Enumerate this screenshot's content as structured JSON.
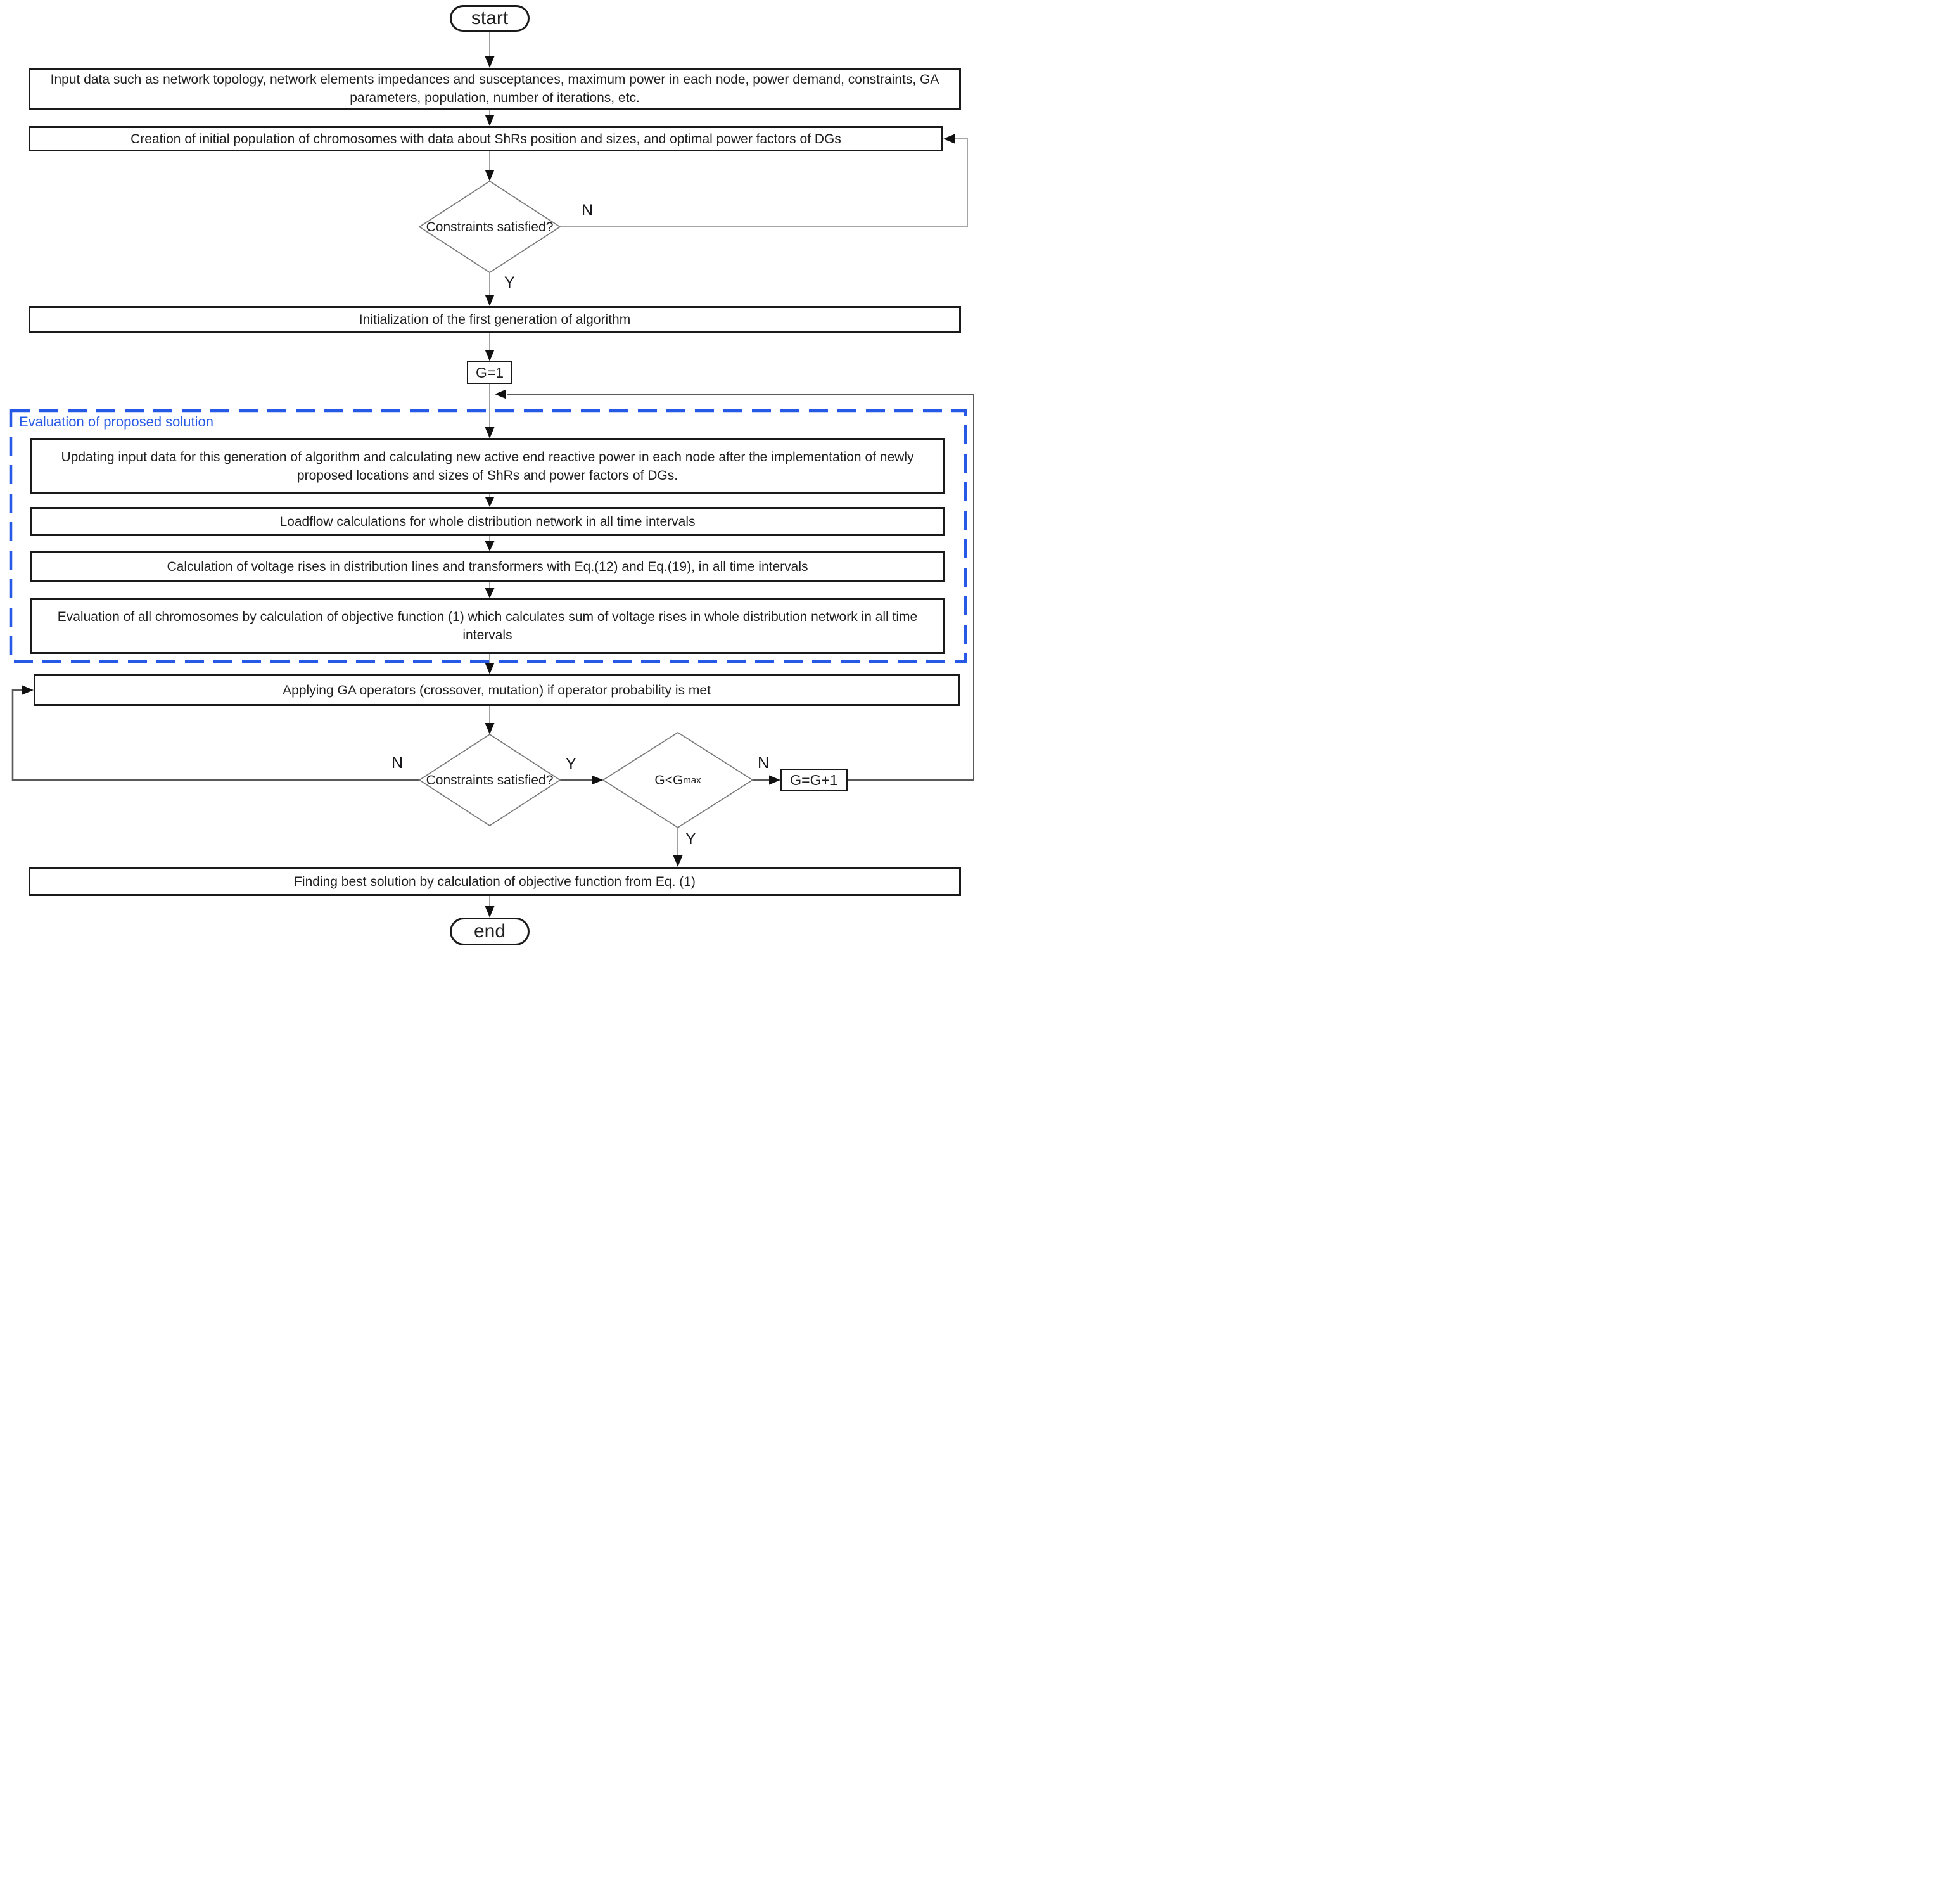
{
  "colors": {
    "accent_blue": "#2659e6",
    "box_border": "#1a1a1a",
    "connector_thin": "#8c8c8c",
    "connector_thick": "#5a5a5a",
    "arrowhead": "#111111"
  },
  "terminals": {
    "start": "start",
    "end": "end"
  },
  "region": {
    "label": "Evaluation of proposed solution"
  },
  "nodes": {
    "input": "Input data such as network topology, network elements impedances and susceptances, maximum power in each node, power demand, constraints, GA parameters, population, number of iterations, etc.",
    "creation": "Creation of initial population of chromosomes with data about ShRs position and sizes, and optimal power factors of DGs",
    "constraints_check_1": "Constraints satisfied?",
    "initialization": "Initialization of the first generation of algorithm",
    "g_init": "G=1",
    "updating": "Updating input data for this generation of algorithm and calculating new active end reactive power in each node after the implementation of newly proposed locations and sizes of ShRs and power factors of DGs.",
    "loadflow": "Loadflow calculations for whole distribution network in all time intervals",
    "voltage_rises": "Calculation of voltage rises in distribution lines and transformers with Eq.(12) and Eq.(19), in all time intervals",
    "evaluation": "Evaluation of all chromosomes by calculation of objective function (1) which calculates sum of voltage rises in whole distribution network in all time intervals",
    "ga_operators": "Applying GA operators (crossover, mutation) if operator probability is met",
    "constraints_check_2": "Constraints satisfied?",
    "gmax_check": {
      "text": "G<G",
      "subscript": "max"
    },
    "g_increment": "G=G+1",
    "finding": "Finding best solution by calculation of objective function from Eq. (1)"
  },
  "edge_labels": {
    "d1_no": "N",
    "d1_yes": "Y",
    "d2_no": "N",
    "d2_yes": "Y",
    "d3_no": "N",
    "d3_yes": "Y"
  }
}
